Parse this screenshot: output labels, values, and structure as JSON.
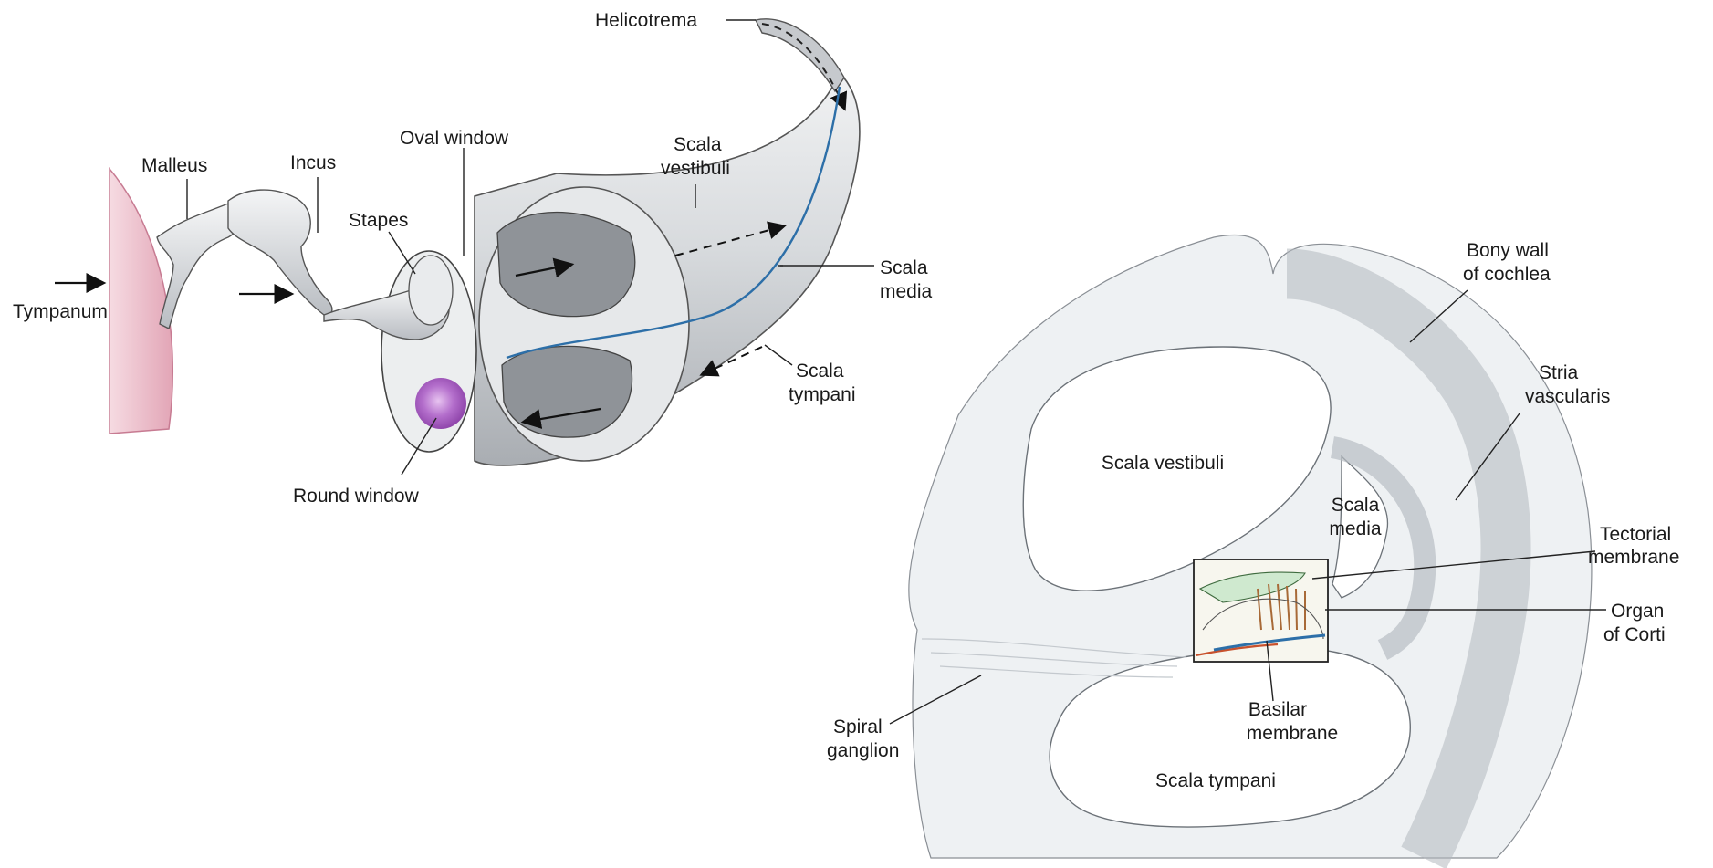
{
  "colors": {
    "tympanum": "#e9b9c6",
    "round_window": "#a85ec0",
    "bone_gray": "#dcdfe2",
    "scala_gray": "#9a9ea3",
    "basilar_blue": "#2d6fa8",
    "tectorial_green": "#cfe9cf",
    "vessel_red": "#c8512c",
    "hair_cell_brown": "#a86a38"
  },
  "left_diagram": {
    "labels": {
      "helicotrema": "Helicotrema",
      "malleus": "Malleus",
      "incus": "Incus",
      "oval_window": "Oval window",
      "scala_vestibuli_1": "Scala",
      "scala_vestibuli_2": "vestibuli",
      "stapes": "Stapes",
      "tympanum": "Tympanum",
      "scala_media_1": "Scala",
      "scala_media_2": "media",
      "scala_tympani_1": "Scala",
      "scala_tympani_2": "tympani",
      "round_window": "Round window"
    }
  },
  "right_diagram": {
    "labels": {
      "bony_wall_1": "Bony wall",
      "bony_wall_2": "of cochlea",
      "stria_1": "Stria",
      "stria_2": "vascularis",
      "scala_vestibuli": "Scala vestibuli",
      "scala_media_1": "Scala",
      "scala_media_2": "media",
      "tectorial_1": "Tectorial",
      "tectorial_2": "membrane",
      "organ_1": "Organ",
      "organ_2": "of Corti",
      "spiral_1": "Spiral",
      "spiral_2": "ganglion",
      "basilar_1": "Basilar",
      "basilar_2": "membrane",
      "scala_tympani": "Scala tympani"
    }
  }
}
